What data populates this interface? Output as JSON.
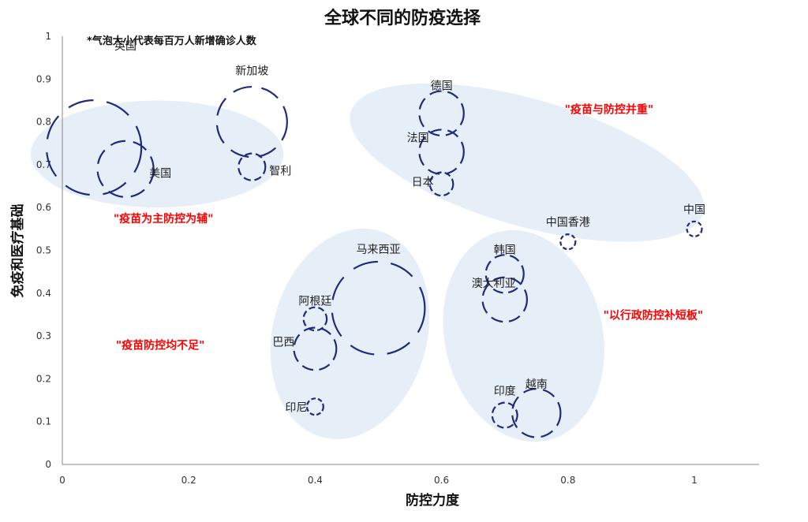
{
  "chart_data": {
    "type": "scatter",
    "title": "全球不同的防疫选择",
    "note": "*气泡大小代表每百万人新增确诊人数",
    "xlabel": "防控力度",
    "ylabel": "免疫和医疗基础",
    "xlim": [
      0,
      1
    ],
    "ylim": [
      0,
      1
    ],
    "xticks": [
      "0",
      "0.2",
      "0.4",
      "0.6",
      "0.8",
      "1"
    ],
    "yticks": [
      "0",
      "0.1",
      "0.2",
      "0.3",
      "0.4",
      "0.5",
      "0.6",
      "0.7",
      "0.8",
      "0.9",
      "1"
    ],
    "grid": false,
    "colors": {
      "bubble": "#1f2a7a",
      "group_fill": "#e6eef8",
      "group_label": "#ff0000"
    },
    "points": [
      {
        "name": "英国",
        "x": 0.05,
        "y": 0.74,
        "size": 10
      },
      {
        "name": "美国",
        "x": 0.1,
        "y": 0.69,
        "size": 3.5
      },
      {
        "name": "新加坡",
        "x": 0.3,
        "y": 0.8,
        "size": 5.5
      },
      {
        "name": "智利",
        "x": 0.3,
        "y": 0.695,
        "size": 0.8
      },
      {
        "name": "德国",
        "x": 0.6,
        "y": 0.82,
        "size": 2.2
      },
      {
        "name": "法国",
        "x": 0.6,
        "y": 0.73,
        "size": 2.2
      },
      {
        "name": "日本",
        "x": 0.6,
        "y": 0.655,
        "size": 0.6
      },
      {
        "name": "中国香港",
        "x": 0.8,
        "y": 0.52,
        "size": 0.25
      },
      {
        "name": "中国",
        "x": 1.0,
        "y": 0.55,
        "size": 0.25
      },
      {
        "name": "马来西亚",
        "x": 0.5,
        "y": 0.365,
        "size": 9.6
      },
      {
        "name": "阿根廷",
        "x": 0.4,
        "y": 0.34,
        "size": 0.6
      },
      {
        "name": "巴西",
        "x": 0.4,
        "y": 0.27,
        "size": 2.0
      },
      {
        "name": "印尼",
        "x": 0.4,
        "y": 0.135,
        "size": 0.3
      },
      {
        "name": "韩国",
        "x": 0.7,
        "y": 0.445,
        "size": 1.6
      },
      {
        "name": "澳大利亚",
        "x": 0.7,
        "y": 0.385,
        "size": 2.2
      },
      {
        "name": "印度",
        "x": 0.7,
        "y": 0.115,
        "size": 0.7
      },
      {
        "name": "越南",
        "x": 0.75,
        "y": 0.12,
        "size": 2.6
      }
    ],
    "groups": [
      {
        "label": "\"疫苗为主防控为辅\"",
        "cx": 0.15,
        "cy": 0.725,
        "rx": 0.2,
        "ry": 0.125,
        "angle": 0,
        "lx": 0.16,
        "ly": 0.565
      },
      {
        "label": "\"疫苗与防控并重\"",
        "cx": 0.735,
        "cy": 0.705,
        "rx": 0.29,
        "ry": 0.148,
        "angle": 16,
        "lx": 0.865,
        "ly": 0.82
      },
      {
        "label": "\"疫苗防控均不足\"",
        "cx": 0.455,
        "cy": 0.305,
        "rx": 0.122,
        "ry": 0.25,
        "angle": 15,
        "lx": 0.155,
        "ly": 0.27
      },
      {
        "label": "\"以行政防控补短板\"",
        "cx": 0.73,
        "cy": 0.3,
        "rx": 0.125,
        "ry": 0.25,
        "angle": -13,
        "lx": 0.935,
        "ly": 0.34
      }
    ]
  }
}
